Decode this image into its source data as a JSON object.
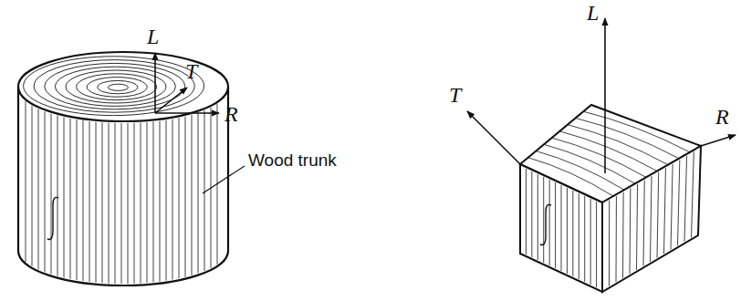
{
  "diagram": {
    "labels": [
      "L",
      "T",
      "R",
      "Wood trunk",
      "L",
      "T",
      "R"
    ]
  }
}
